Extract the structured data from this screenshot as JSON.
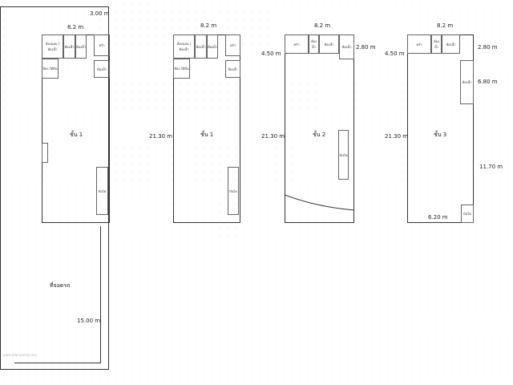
{
  "plans": [
    {
      "floor": "ชั้น 1",
      "width": "8.2 m",
      "rooms": [
        "ห้องนอน / ห้องน้ำ",
        "ห้องน้ำ",
        "ห้องน้ำ",
        "ครัว",
        "ห้อง ใต้ดิน",
        "ห้องน้ำ",
        "บันได"
      ]
    },
    {
      "floor": "ชั้น 1",
      "width": "8.2 m",
      "height": "21.30 m",
      "rooms": [
        "ห้องนอน / ห้องน้ำ",
        "ห้องน้ำ",
        "ห้องน้ำ",
        "ครัว",
        "ห้อง ใต้ดิน",
        "ห้องน้ำ",
        "บันได"
      ]
    },
    {
      "floor": "ชั้น 2",
      "width": "8.2 m",
      "height": "21.30 m",
      "left_dim": "4.50 m",
      "right_dim": "2.80 m",
      "rooms": [
        "ครัว",
        "ห้อง น้ำ",
        "ห้องน้ำ",
        "ห้องน้ำ",
        "บันได"
      ]
    },
    {
      "floor": "ชั้น 3",
      "width": "8.2 m",
      "height": "21.30 m",
      "left_dim": "4.50 m",
      "right_dim": "2.80 m",
      "dim2": "6.80 m",
      "dim3": "11.70 m",
      "dim4": "6.20 m",
      "rooms": [
        "ครัว",
        "ห้อง น้ำ",
        "ห้องน้ำ",
        "ห้องน้ำ",
        "บันได"
      ]
    }
  ],
  "site": {
    "top_dim": "3.00 m",
    "parking": "ที่จอดรถ",
    "parking_dim": "15.00 m"
  },
  "watermark": "www.ddproperty.com"
}
